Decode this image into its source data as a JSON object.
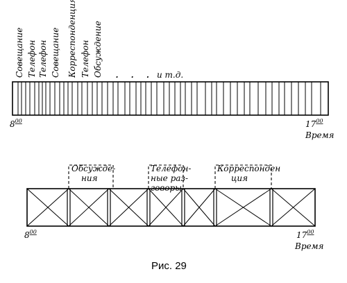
{
  "top": {
    "activities": [
      "Совещание",
      "Телефон",
      "Телефон",
      "Совещание",
      "Корреспонденция",
      "Телефон",
      "Обсуждение"
    ],
    "dots": ". . .",
    "etc": "и т.д.",
    "start_hour": "8",
    "start_min": "00",
    "end_hour": "17",
    "end_min": "00",
    "time_label": "Время"
  },
  "bottom": {
    "groups": [
      {
        "line1": "Обсужде-",
        "line2": "ния"
      },
      {
        "line1": "Телефон-",
        "line2": "ные раз-",
        "line3": "говоры"
      },
      {
        "line1": "Корреспонден",
        "line2": "ция"
      }
    ],
    "start_hour": "8",
    "start_min": "00",
    "end_hour": "17",
    "end_min": "00",
    "time_label": "Время"
  },
  "caption": "Рис. 29"
}
